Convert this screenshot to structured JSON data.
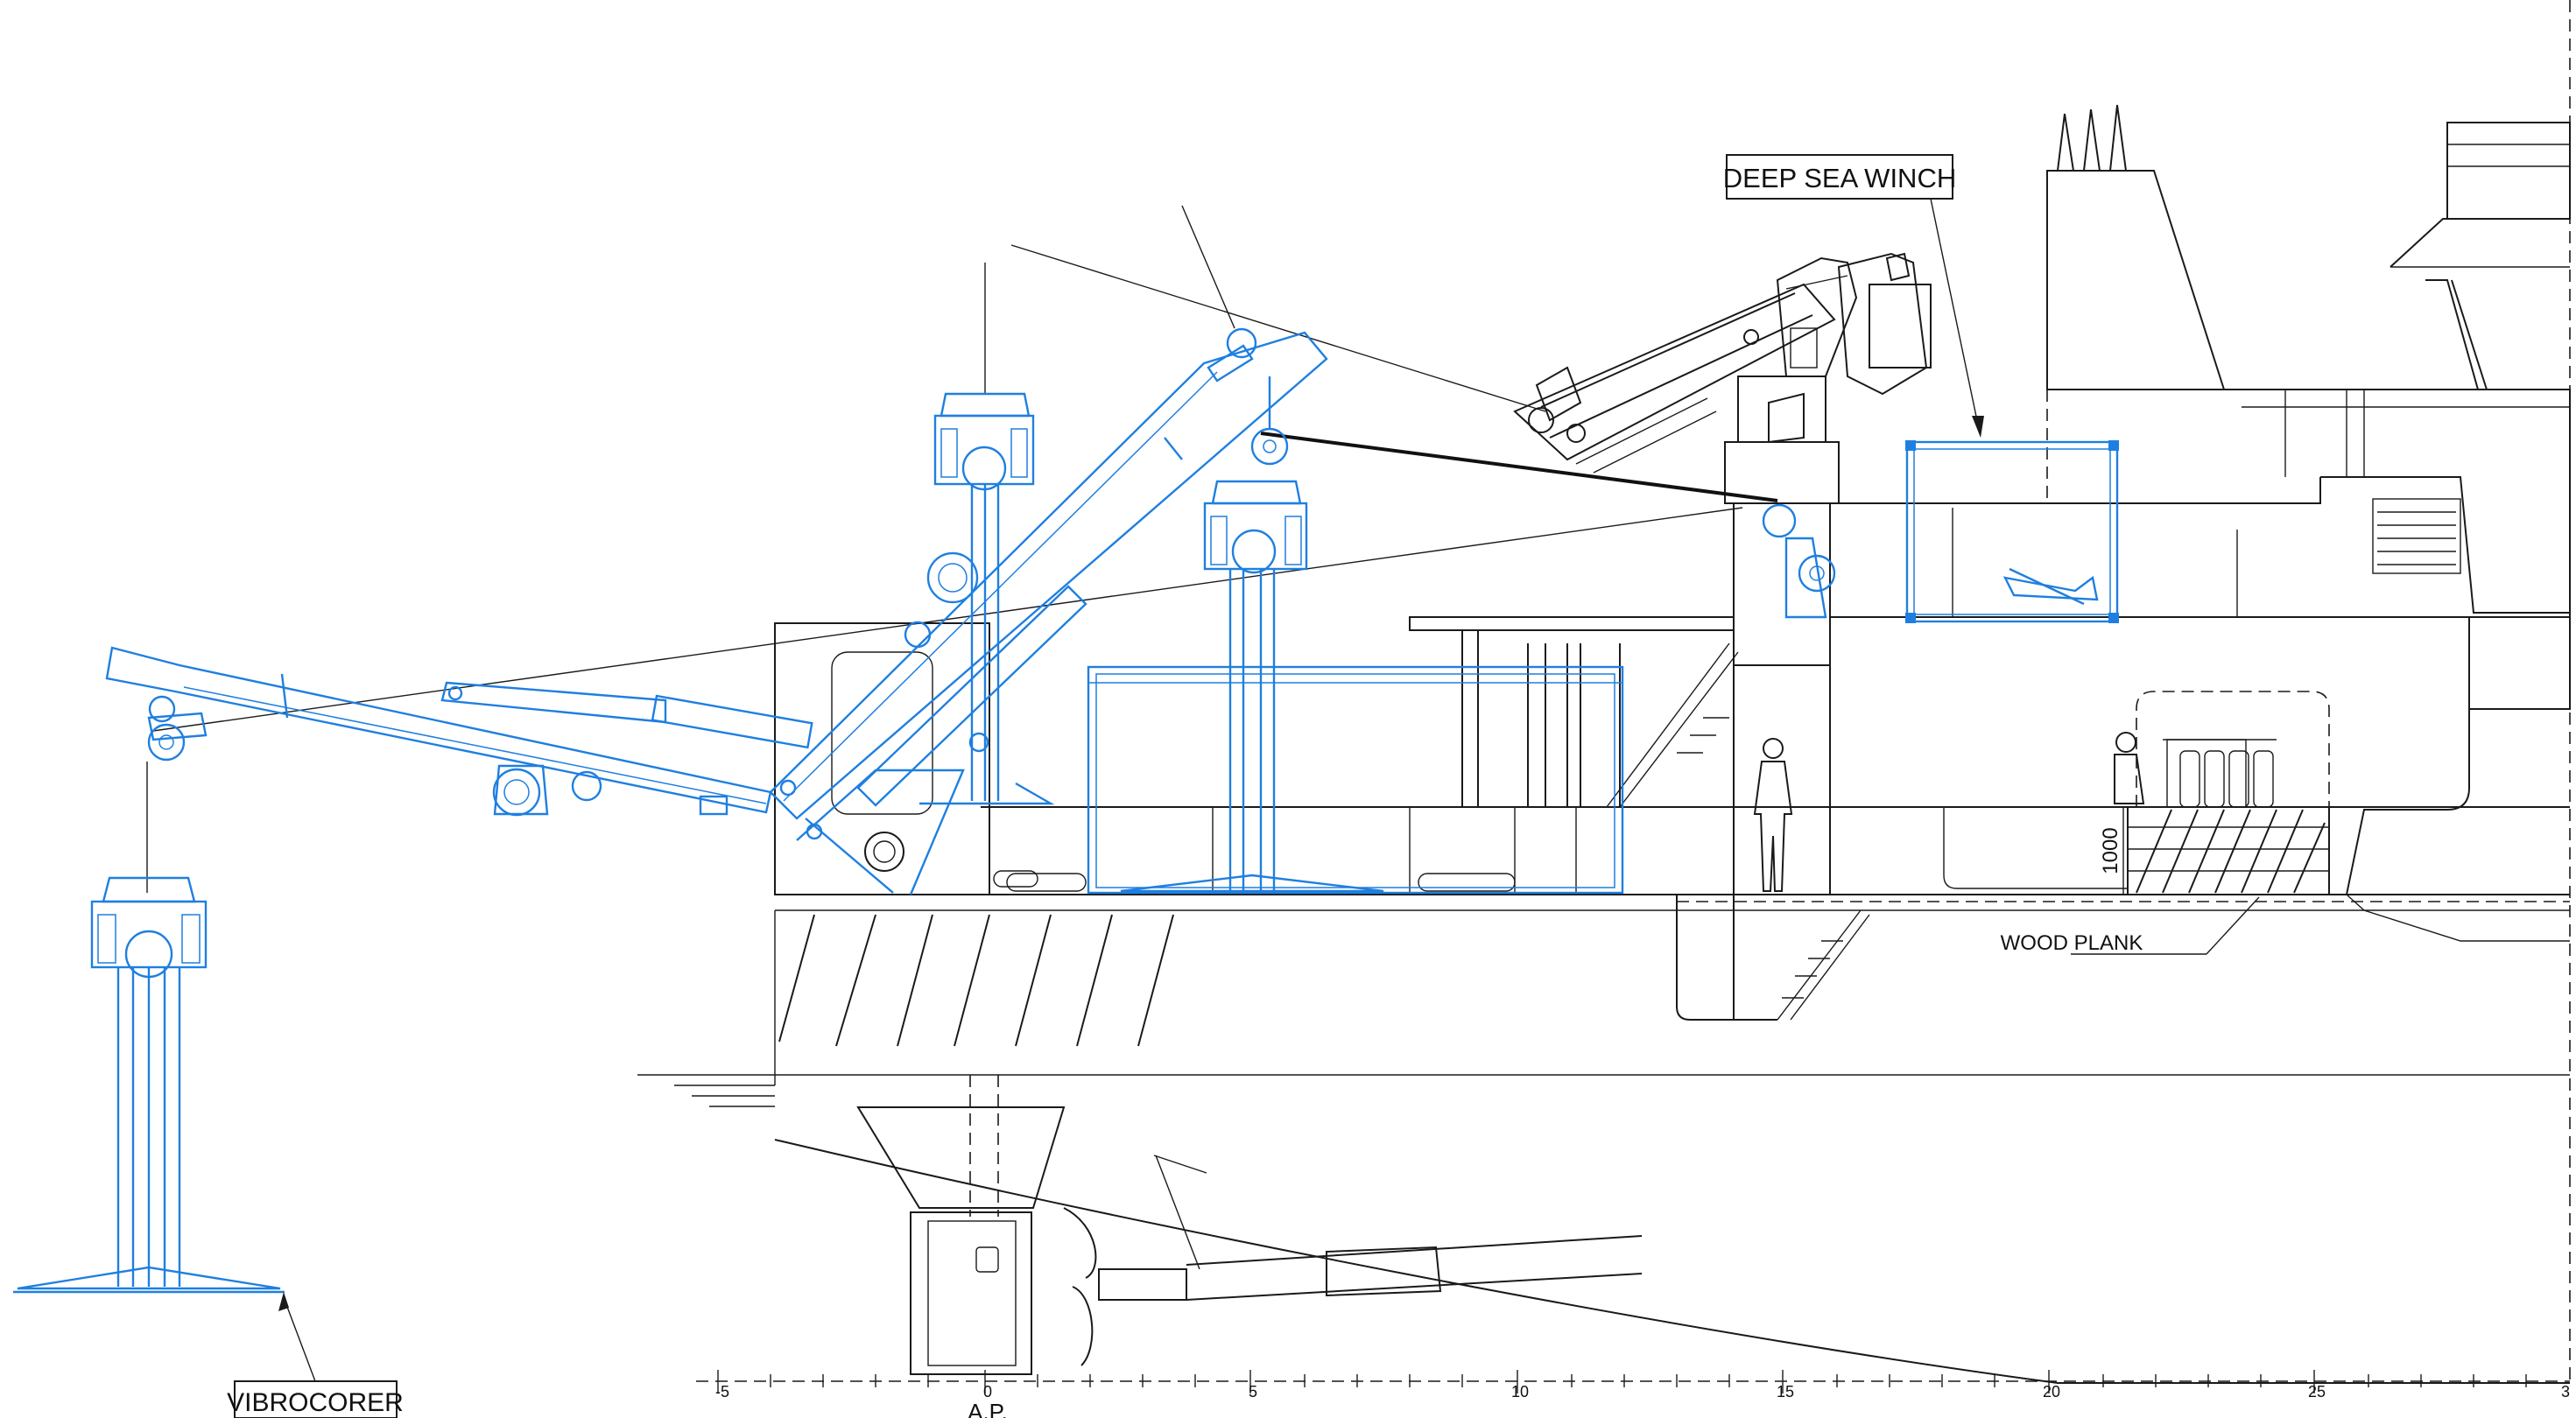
{
  "labels": {
    "deep_sea_winch": "DEEP SEA WINCH",
    "wood_plank": "WOOD PLANK",
    "vibrocorer": "VIBROCORER",
    "height_dim": "1000",
    "aft_perpendicular": "A.P."
  },
  "ruler": {
    "ticks": [
      "-5",
      "0",
      "5",
      "10",
      "15",
      "20",
      "25",
      "3"
    ]
  },
  "colors": {
    "equipment": "#1f7fe0",
    "structure": "#1a1a1a",
    "background": "#ffffff"
  }
}
